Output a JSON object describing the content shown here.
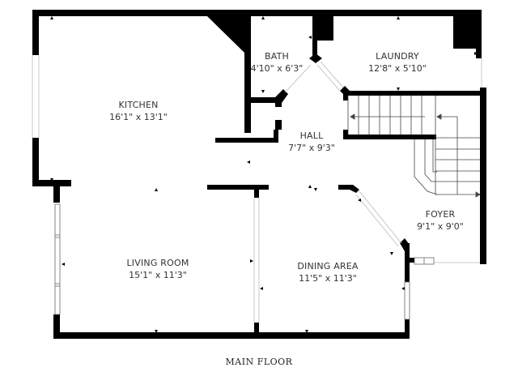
{
  "floor_title": "MAIN FLOOR",
  "rooms": [
    {
      "name": "KITCHEN",
      "dims": "16'1\" x 13'1\""
    },
    {
      "name": "BATH",
      "dims": "4'10\" x 6'3\""
    },
    {
      "name": "LAUNDRY",
      "dims": "12'8\" x 5'10\""
    },
    {
      "name": "HALL",
      "dims": "7'7\" x 9'3\""
    },
    {
      "name": "FOYER",
      "dims": "9'1\" x 9'0\""
    },
    {
      "name": "LIVING ROOM",
      "dims": "15'1\" x 11'3\""
    },
    {
      "name": "DINING AREA",
      "dims": "11'5\" x 11'3\""
    }
  ],
  "colors": {
    "wall": "#000000",
    "line": "#555555",
    "text": "#333333",
    "background": "#ffffff"
  }
}
